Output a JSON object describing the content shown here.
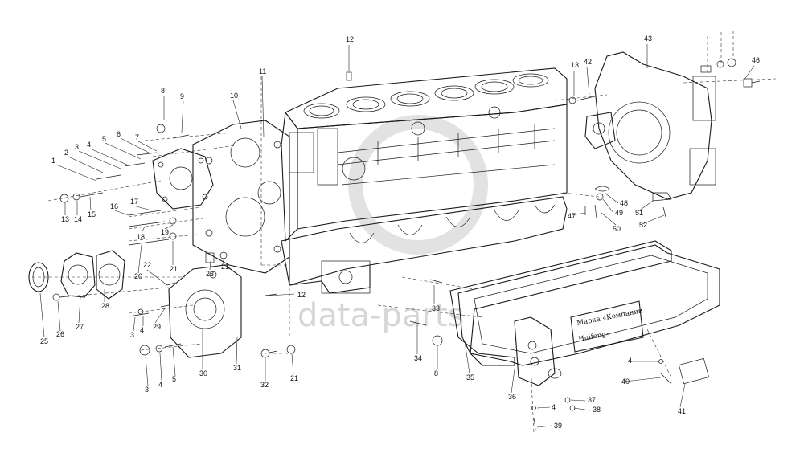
{
  "watermark": "data-parts",
  "nameplate": {
    "line1": "Марка «Компании",
    "line2": "Huifeng»"
  },
  "callouts": [
    {
      "id": "c1",
      "text": "1"
    },
    {
      "id": "c2",
      "text": "2"
    },
    {
      "id": "c3a",
      "text": "3"
    },
    {
      "id": "c4a",
      "text": "4"
    },
    {
      "id": "c5a",
      "text": "5"
    },
    {
      "id": "c6",
      "text": "6"
    },
    {
      "id": "c7",
      "text": "7"
    },
    {
      "id": "c8a",
      "text": "8"
    },
    {
      "id": "c9",
      "text": "9"
    },
    {
      "id": "c10",
      "text": "10"
    },
    {
      "id": "c11",
      "text": "11"
    },
    {
      "id": "c12a",
      "text": "12"
    },
    {
      "id": "c13a",
      "text": "13"
    },
    {
      "id": "c14",
      "text": "14"
    },
    {
      "id": "c15",
      "text": "15"
    },
    {
      "id": "c16",
      "text": "16"
    },
    {
      "id": "c17",
      "text": "17"
    },
    {
      "id": "c18",
      "text": "18"
    },
    {
      "id": "c19",
      "text": "19"
    },
    {
      "id": "c20",
      "text": "20"
    },
    {
      "id": "c21a",
      "text": "21"
    },
    {
      "id": "c22",
      "text": "22"
    },
    {
      "id": "c23",
      "text": "23"
    },
    {
      "id": "c21b",
      "text": "21"
    },
    {
      "id": "c25",
      "text": "25"
    },
    {
      "id": "c26",
      "text": "26"
    },
    {
      "id": "c27",
      "text": "27"
    },
    {
      "id": "c28",
      "text": "28"
    },
    {
      "id": "c3b",
      "text": "3"
    },
    {
      "id": "c4b",
      "text": "4"
    },
    {
      "id": "c29",
      "text": "29"
    },
    {
      "id": "c3c",
      "text": "3"
    },
    {
      "id": "c4c",
      "text": "4"
    },
    {
      "id": "c5b",
      "text": "5"
    },
    {
      "id": "c30",
      "text": "30"
    },
    {
      "id": "c31",
      "text": "31"
    },
    {
      "id": "c32",
      "text": "32"
    },
    {
      "id": "c21c",
      "text": "21"
    },
    {
      "id": "c12b",
      "text": "12"
    },
    {
      "id": "c33",
      "text": "33"
    },
    {
      "id": "c34",
      "text": "34"
    },
    {
      "id": "c8b",
      "text": "8"
    },
    {
      "id": "c35",
      "text": "35"
    },
    {
      "id": "c36",
      "text": "36"
    },
    {
      "id": "c4d",
      "text": "4"
    },
    {
      "id": "c37",
      "text": "37"
    },
    {
      "id": "c38",
      "text": "38"
    },
    {
      "id": "c39",
      "text": "39"
    },
    {
      "id": "c4e",
      "text": "4"
    },
    {
      "id": "c40",
      "text": "40"
    },
    {
      "id": "c41",
      "text": "41"
    },
    {
      "id": "c47",
      "text": "47"
    },
    {
      "id": "c48",
      "text": "48"
    },
    {
      "id": "c49",
      "text": "49"
    },
    {
      "id": "c50",
      "text": "50"
    },
    {
      "id": "c51",
      "text": "51"
    },
    {
      "id": "c52",
      "text": "52"
    },
    {
      "id": "c13b",
      "text": "13"
    },
    {
      "id": "c42",
      "text": "42"
    },
    {
      "id": "c43",
      "text": "43"
    },
    {
      "id": "c46",
      "text": "46"
    }
  ]
}
